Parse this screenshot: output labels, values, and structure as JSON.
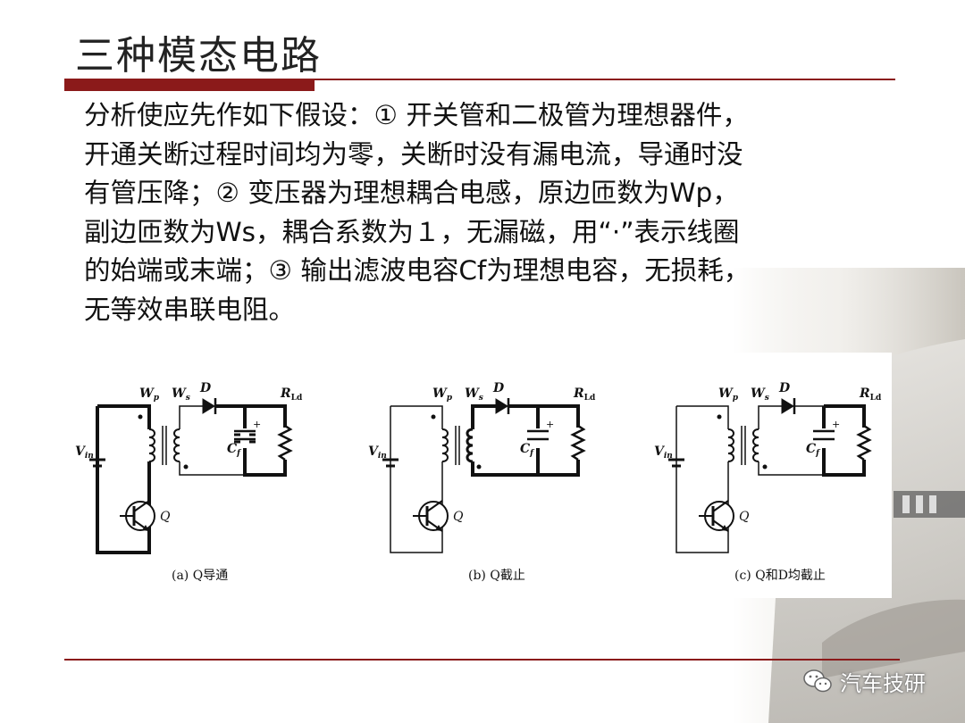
{
  "slide": {
    "title": "三种模态电路",
    "body_lines": [
      "分析使应先作如下假设：① 开关管和二极管为理想器件，",
      "开通关断过程时间均为零，关断时没有漏电流，导通时没",
      "有管压降；② 变压器为理想耦合电感，原边匝数为Wp，",
      "副边匝数为Ws，耦合系数为１，无漏磁，用“·”表示线圈",
      "的始端或末端；③ 输出滤波电容Cf为理想电容，无损耗，",
      "无等效串联电阻。"
    ]
  },
  "circuits": [
    {
      "caption": "(a)  Q导通",
      "labels": {
        "wp": "W",
        "wp_sub": "p",
        "ws": "W",
        "ws_sub": "s",
        "d": "D",
        "rld": "R",
        "rld_sub": "Ld",
        "cf": "C",
        "cf_sub": "f",
        "vin": "V",
        "vin_sub": "in",
        "q": "Q",
        "plus": "+"
      }
    },
    {
      "caption": "(b)  Q截止",
      "labels": {
        "wp": "W",
        "wp_sub": "p",
        "ws": "W",
        "ws_sub": "s",
        "d": "D",
        "rld": "R",
        "rld_sub": "Ld",
        "cf": "C",
        "cf_sub": "f",
        "vin": "V",
        "vin_sub": "in",
        "q": "Q",
        "plus": "+"
      }
    },
    {
      "caption": "(c)  Q和D均截止",
      "labels": {
        "wp": "W",
        "wp_sub": "p",
        "ws": "W",
        "ws_sub": "s",
        "d": "D",
        "rld": "R",
        "rld_sub": "Ld",
        "cf": "C",
        "cf_sub": "f",
        "vin": "V",
        "vin_sub": "in",
        "q": "Q",
        "plus": "+"
      }
    }
  ],
  "footer": {
    "brand": "汽车技研",
    "brand_icon": "wechat-icon",
    "accent_color": "#8b1a1a"
  }
}
